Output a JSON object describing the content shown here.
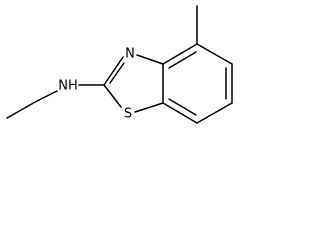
{
  "structure": {
    "atoms": {
      "nh": "NH",
      "n": "N",
      "s": "S"
    }
  }
}
